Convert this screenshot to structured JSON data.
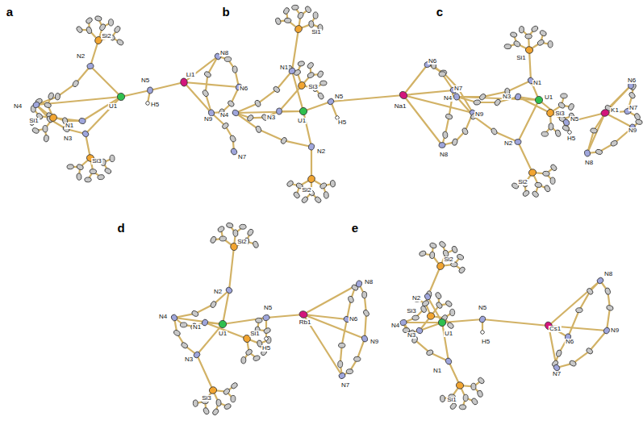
{
  "diagram": {
    "labels": [
      "a",
      "Si2",
      "N2",
      "N4",
      "Si1",
      "U1",
      "N5",
      "H5",
      "Li1",
      "N8",
      "N6",
      "N1",
      "N3",
      "N9",
      "Si3",
      "N7",
      "b",
      "Si1",
      "N1",
      "Si3",
      "N4",
      "N3",
      "U1",
      "N5",
      "H5",
      "Na1",
      "N6",
      "N7",
      "N9",
      "N8",
      "N2",
      "Si2",
      "c",
      "Si1",
      "N1",
      "N4",
      "N3",
      "U1",
      "Si3",
      "N5",
      "H5",
      "K1",
      "N6",
      "N7",
      "N9",
      "N2",
      "N8",
      "Si2",
      "d",
      "Si2",
      "N2",
      "N4",
      "N1",
      "U1",
      "Si1",
      "N5",
      "H5",
      "Rb1",
      "N8",
      "N6",
      "N9",
      "N3",
      "N7",
      "Si3",
      "e",
      "Si2",
      "N2",
      "Si3",
      "N4",
      "N3",
      "U1",
      "N5",
      "H5",
      "Cs1",
      "N8",
      "N6",
      "N9",
      "N7",
      "N1",
      "Si1"
    ]
  }
}
